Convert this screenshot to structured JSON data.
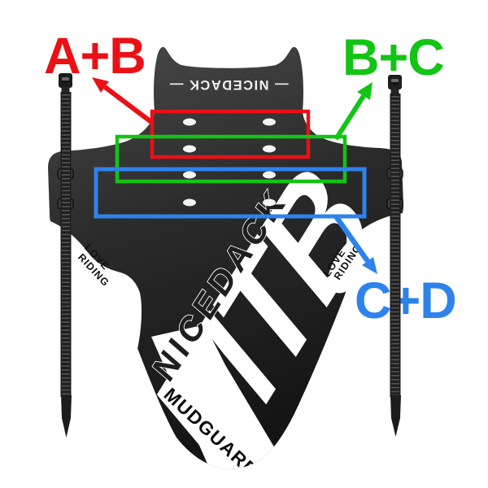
{
  "page": {
    "background_color": "#ffffff",
    "description_texts": {}
  },
  "product": {
    "brand_top_banner": "— NICEDACK —",
    "brand_diagonal": "NICEDACK",
    "big_print": "MTB",
    "bottom_print": "MUDGUARD",
    "wing_print": {
      "line1": "LOVE",
      "line2": "RIDING"
    },
    "colors": {
      "body": "#262626",
      "body_light": "#474747",
      "print": "#ffffff",
      "hole": "#f4f4f4",
      "tie": "#1d1d1d"
    }
  },
  "annotations": {
    "a_b": {
      "label": "A+B",
      "color": "#ea1016"
    },
    "b_c": {
      "label": "B+C",
      "color": "#12c414"
    },
    "c_d": {
      "label": "C+D",
      "color": "#2e82ec"
    }
  }
}
